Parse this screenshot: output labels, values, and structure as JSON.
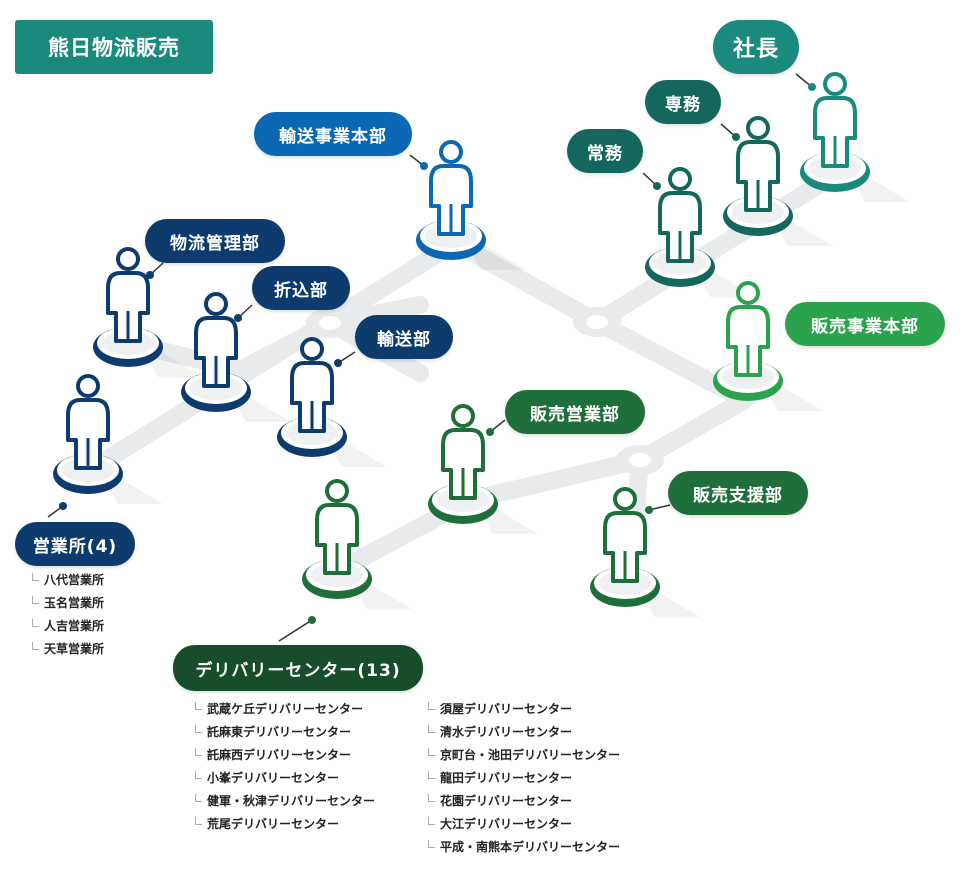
{
  "company": "熊日物流販売",
  "colors": {
    "blue_dark": "#0d3b6e",
    "blue": "#0a68b4",
    "teal": "#15675e",
    "teal_light": "#1a8a7c",
    "green": "#1f6f3a",
    "green_light": "#2ba34c",
    "green_dark": "#174d2a",
    "road": "#e8eaec"
  },
  "nodes": {
    "president": "社長",
    "senmu": "専務",
    "jomu": "常務",
    "transport_hq": "輸送事業本部",
    "logistics_mgmt": "物流管理部",
    "orikomi": "折込部",
    "transport": "輸送部",
    "sales_hq": "販売事業本部",
    "sales_biz": "販売営業部",
    "sales_support": "販売支援部",
    "offices": "営業所(4)",
    "delivery": "デリバリーセンター(13)"
  },
  "offices_list": [
    "八代営業所",
    "玉名営業所",
    "人吉営業所",
    "天草営業所"
  ],
  "delivery_list_1": [
    "武蔵ケ丘デリバリーセンター",
    "託麻東デリバリーセンター",
    "託麻西デリバリーセンター",
    "小峯デリバリーセンター",
    "健軍・秋津デリバリーセンター",
    "荒尾デリバリーセンター"
  ],
  "delivery_list_2": [
    "須屋デリバリーセンター",
    "清水デリバリーセンター",
    "京町台・池田デリバリーセンター",
    "龍田デリバリーセンター",
    "花園デリバリーセンター",
    "大江デリバリーセンター",
    "平成・南熊本デリバリーセンター"
  ]
}
